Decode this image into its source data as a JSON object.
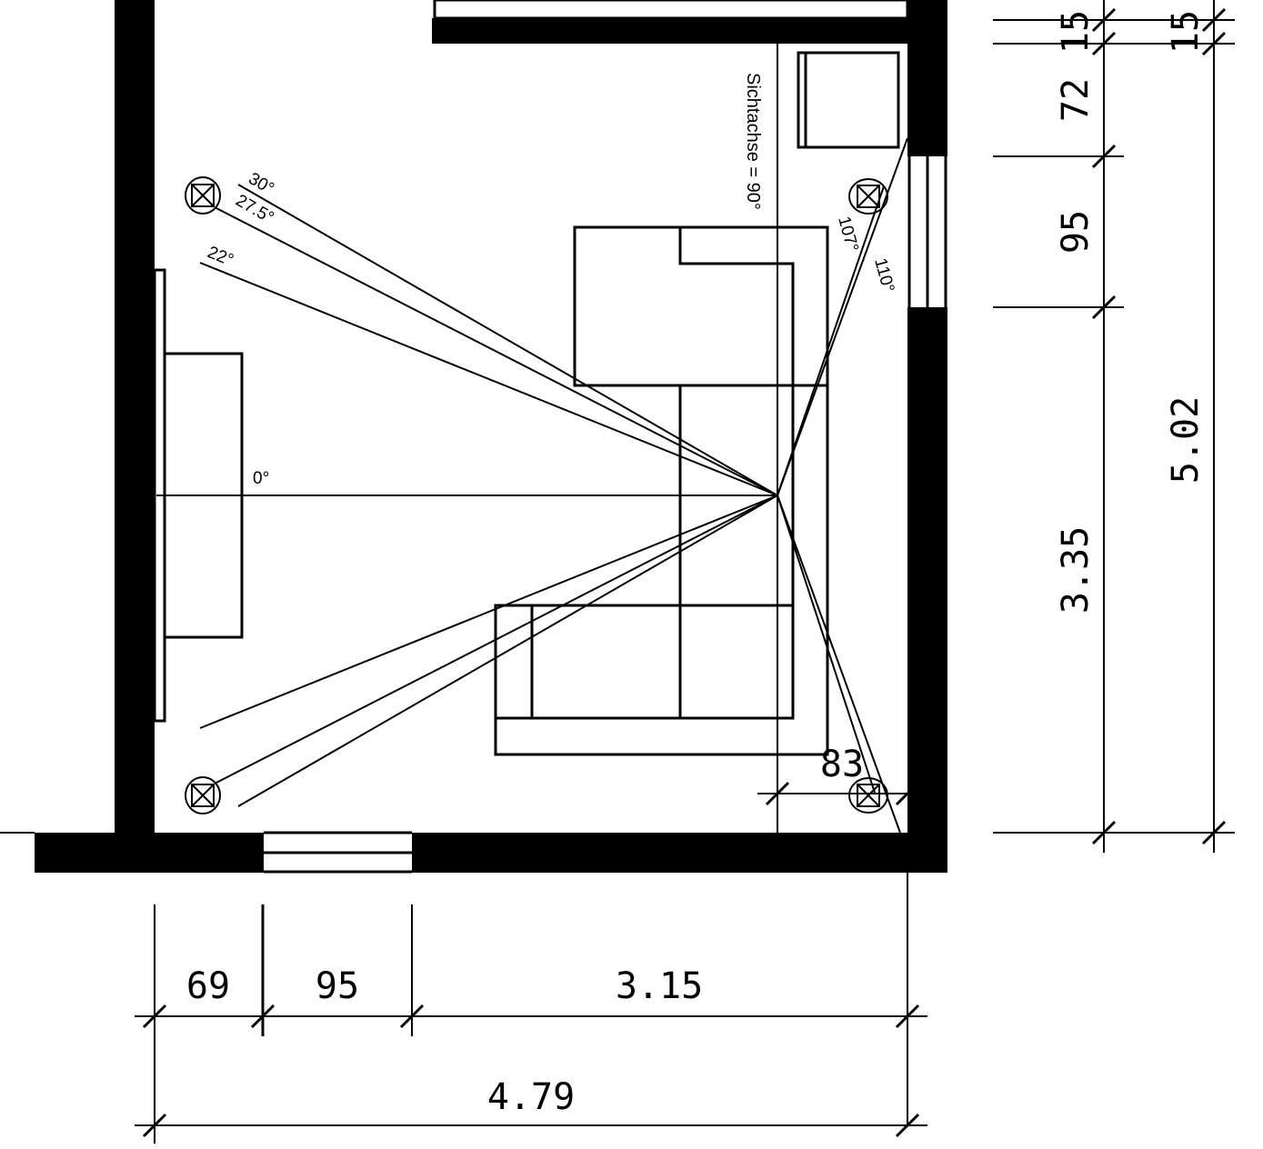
{
  "angles": {
    "a30": "30°",
    "a275": "27.5°",
    "a22": "22°",
    "a0": "0°",
    "a107": "107°",
    "a110": "110°",
    "axis": "Sichtachse = 90°"
  },
  "dimensions": {
    "bottom": {
      "d1": "69",
      "d2": "95",
      "d3": "3.15",
      "total": "4.79"
    },
    "right_inner": {
      "d1": "15",
      "d2": "72",
      "d3": "95",
      "d4": "3.35"
    },
    "right_outer": {
      "d1": "15",
      "total": "5.02"
    },
    "sofa_offset": "83"
  }
}
